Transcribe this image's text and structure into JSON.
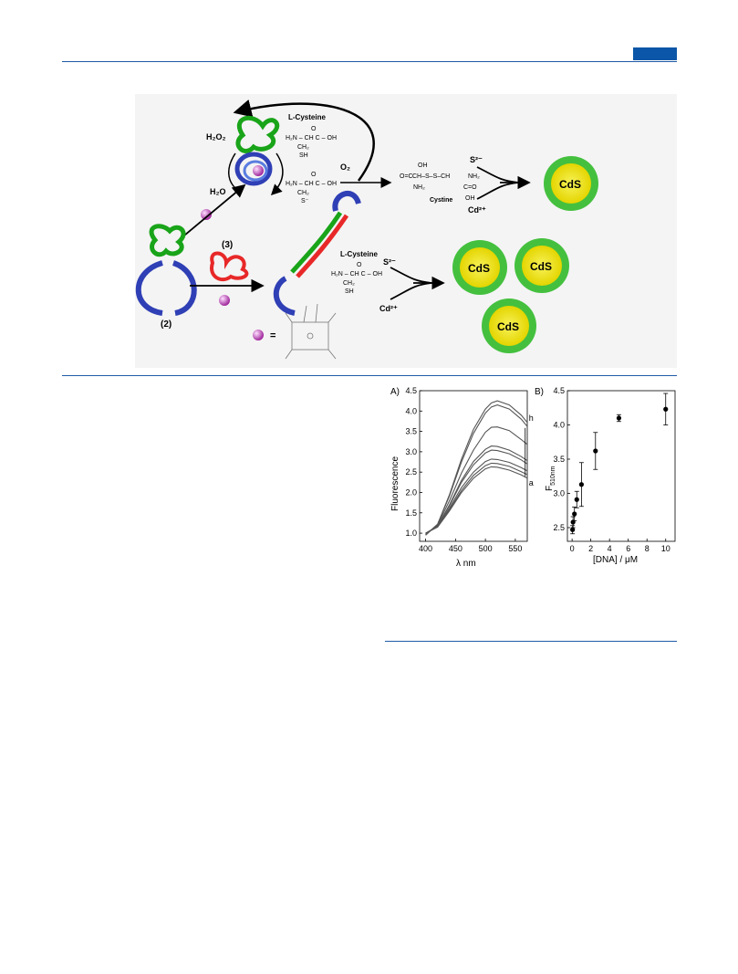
{
  "page": {
    "accent": "#0b56a8"
  },
  "scheme": {
    "h2o2": "H₂O₂",
    "h2o": "H₂O",
    "cysteine_label_top": "L-Cysteine",
    "cysteine_label_bottom": "L-Cysteine",
    "o2": "O₂",
    "s2_top": "S²⁻",
    "cd2_top": "Cd²⁺",
    "s2_bottom": "S²⁻",
    "cd2_bottom": "Cd²⁺",
    "cystine": "Cystine",
    "label_2": "(2)",
    "label_3": "(3)",
    "equals": "=",
    "cds": "CdS",
    "formula_cys1_a": "O",
    "formula_cys1_b": "H₂N – CH C – OH",
    "formula_cys1_c": "CH₂",
    "formula_cys1_d": "SH",
    "formula_cys2_a": "O",
    "formula_cys2_b": "H₂N – CH C – OH",
    "formula_cys2_c": "CH₂",
    "formula_cys2_d": "S⁻",
    "formula_cys3_a": "O",
    "formula_cys3_b": "H₂N – CH C – OH",
    "formula_cys3_c": "CH₂",
    "formula_cys3_d": "SH"
  },
  "chart_data": [
    {
      "panel": "A)",
      "type": "line",
      "xlabel": "λ  nm",
      "ylabel": "Fluorescence",
      "xlim": [
        390,
        570
      ],
      "ylim": [
        0.8,
        4.5
      ],
      "xticks": [
        400,
        450,
        500,
        550
      ],
      "yticks": [
        1.0,
        1.5,
        2.0,
        2.5,
        3.0,
        3.5,
        4.0,
        4.5
      ],
      "curve_labels": [
        "h",
        "a"
      ],
      "x": [
        400,
        420,
        440,
        460,
        480,
        500,
        510,
        520,
        540,
        560,
        570
      ],
      "series": [
        {
          "values": [
            1.0,
            1.15,
            1.55,
            2.0,
            2.35,
            2.58,
            2.63,
            2.62,
            2.55,
            2.43,
            2.35
          ]
        },
        {
          "values": [
            1.0,
            1.16,
            1.58,
            2.05,
            2.42,
            2.66,
            2.72,
            2.71,
            2.64,
            2.51,
            2.44
          ]
        },
        {
          "values": [
            1.0,
            1.17,
            1.62,
            2.12,
            2.5,
            2.76,
            2.82,
            2.81,
            2.74,
            2.61,
            2.53
          ]
        },
        {
          "values": [
            0.98,
            1.18,
            1.68,
            2.25,
            2.68,
            2.97,
            3.04,
            3.03,
            2.95,
            2.8,
            2.7
          ]
        },
        {
          "values": [
            0.98,
            1.18,
            1.7,
            2.3,
            2.76,
            3.06,
            3.14,
            3.13,
            3.04,
            2.88,
            2.78
          ]
        },
        {
          "values": [
            0.97,
            1.2,
            1.8,
            2.48,
            3.04,
            3.48,
            3.6,
            3.61,
            3.52,
            3.3,
            3.18
          ]
        },
        {
          "values": [
            0.96,
            1.22,
            1.92,
            2.75,
            3.45,
            3.95,
            4.1,
            4.15,
            4.05,
            3.8,
            3.62
          ]
        },
        {
          "values": [
            0.95,
            1.22,
            1.95,
            2.82,
            3.55,
            4.05,
            4.2,
            4.25,
            4.15,
            3.9,
            3.72
          ]
        }
      ]
    },
    {
      "panel": "B)",
      "type": "scatter",
      "xlabel": "[DNA] / μM",
      "ylabel": "F",
      "ylabel_sub": "510nm",
      "xlim": [
        -0.5,
        11
      ],
      "ylim": [
        2.3,
        4.5
      ],
      "xticks": [
        0,
        2,
        4,
        6,
        8,
        10
      ],
      "yticks": [
        2.5,
        3.0,
        3.5,
        4.0,
        4.5
      ],
      "points": [
        {
          "x": 0.05,
          "y": 2.47,
          "err": 0.06
        },
        {
          "x": 0.1,
          "y": 2.58,
          "err": 0.08
        },
        {
          "x": 0.25,
          "y": 2.7,
          "err": 0.1
        },
        {
          "x": 0.5,
          "y": 2.91,
          "err": 0.12
        },
        {
          "x": 1.0,
          "y": 3.13,
          "err": 0.32
        },
        {
          "x": 2.5,
          "y": 3.62,
          "err": 0.27
        },
        {
          "x": 5.0,
          "y": 4.1,
          "err": 0.05
        },
        {
          "x": 10.0,
          "y": 4.23,
          "err": 0.23
        }
      ]
    }
  ]
}
